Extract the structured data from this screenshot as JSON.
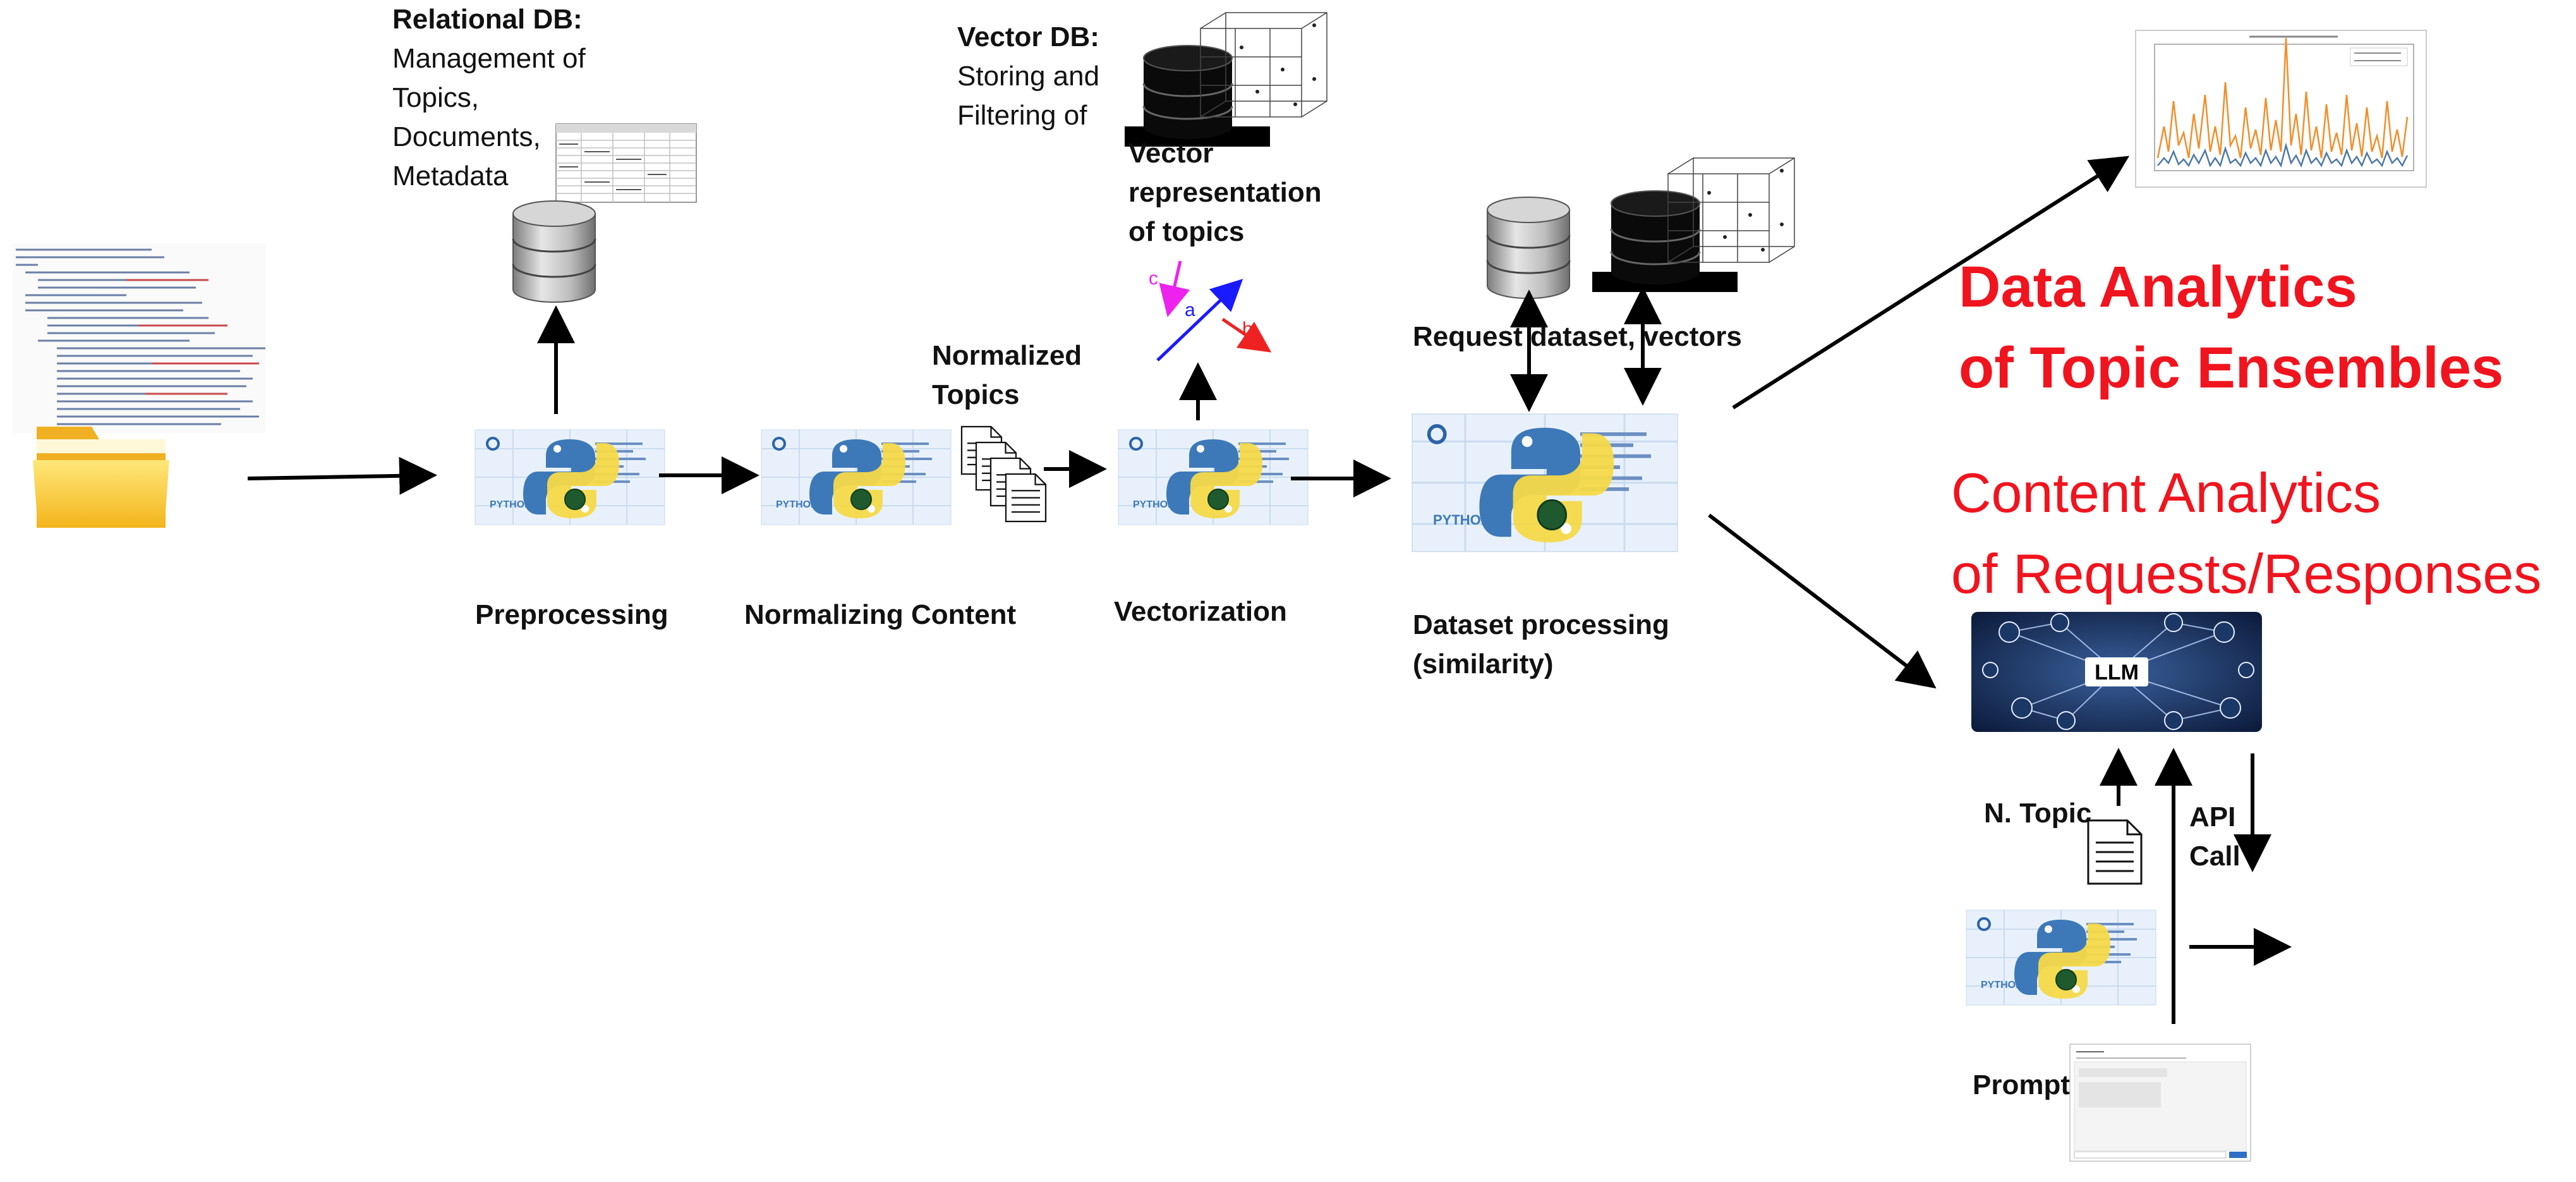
{
  "relational_db": {
    "title": "Relational DB:",
    "lines": [
      "Management of",
      "Topics,",
      "Documents,",
      "Metadata"
    ]
  },
  "vector_db": {
    "title": "Vector DB:",
    "lines": [
      "Storing and",
      "Filtering of"
    ]
  },
  "vector_repr": [
    "Vector",
    "representation",
    "of topics"
  ],
  "normalized_topics": [
    "Normalized",
    "Topics"
  ],
  "request_label": "Request dataset, vectors",
  "steps": {
    "preprocessing": "Preprocessing",
    "normalizing": "Normalizing Content",
    "vectorization": "Vectorization",
    "dataset_processing": [
      "Dataset processing",
      "(similarity)"
    ]
  },
  "data_analytics": [
    "Data Analytics",
    "of Topic Ensembles"
  ],
  "content_analytics": [
    "Content Analytics",
    "of Requests/Responses"
  ],
  "llm_label": "LLM",
  "n_topic": "N. Topic",
  "api_call": [
    "API",
    "Call"
  ],
  "prompt": "Prompt",
  "python_label": "PYTHON",
  "vector_symbols": {
    "a": "a",
    "b": "b",
    "c": "c"
  },
  "colors": {
    "accent_red": "#f0141e",
    "arrow": "#000000",
    "vector_blue": "#1a1aff"
  }
}
